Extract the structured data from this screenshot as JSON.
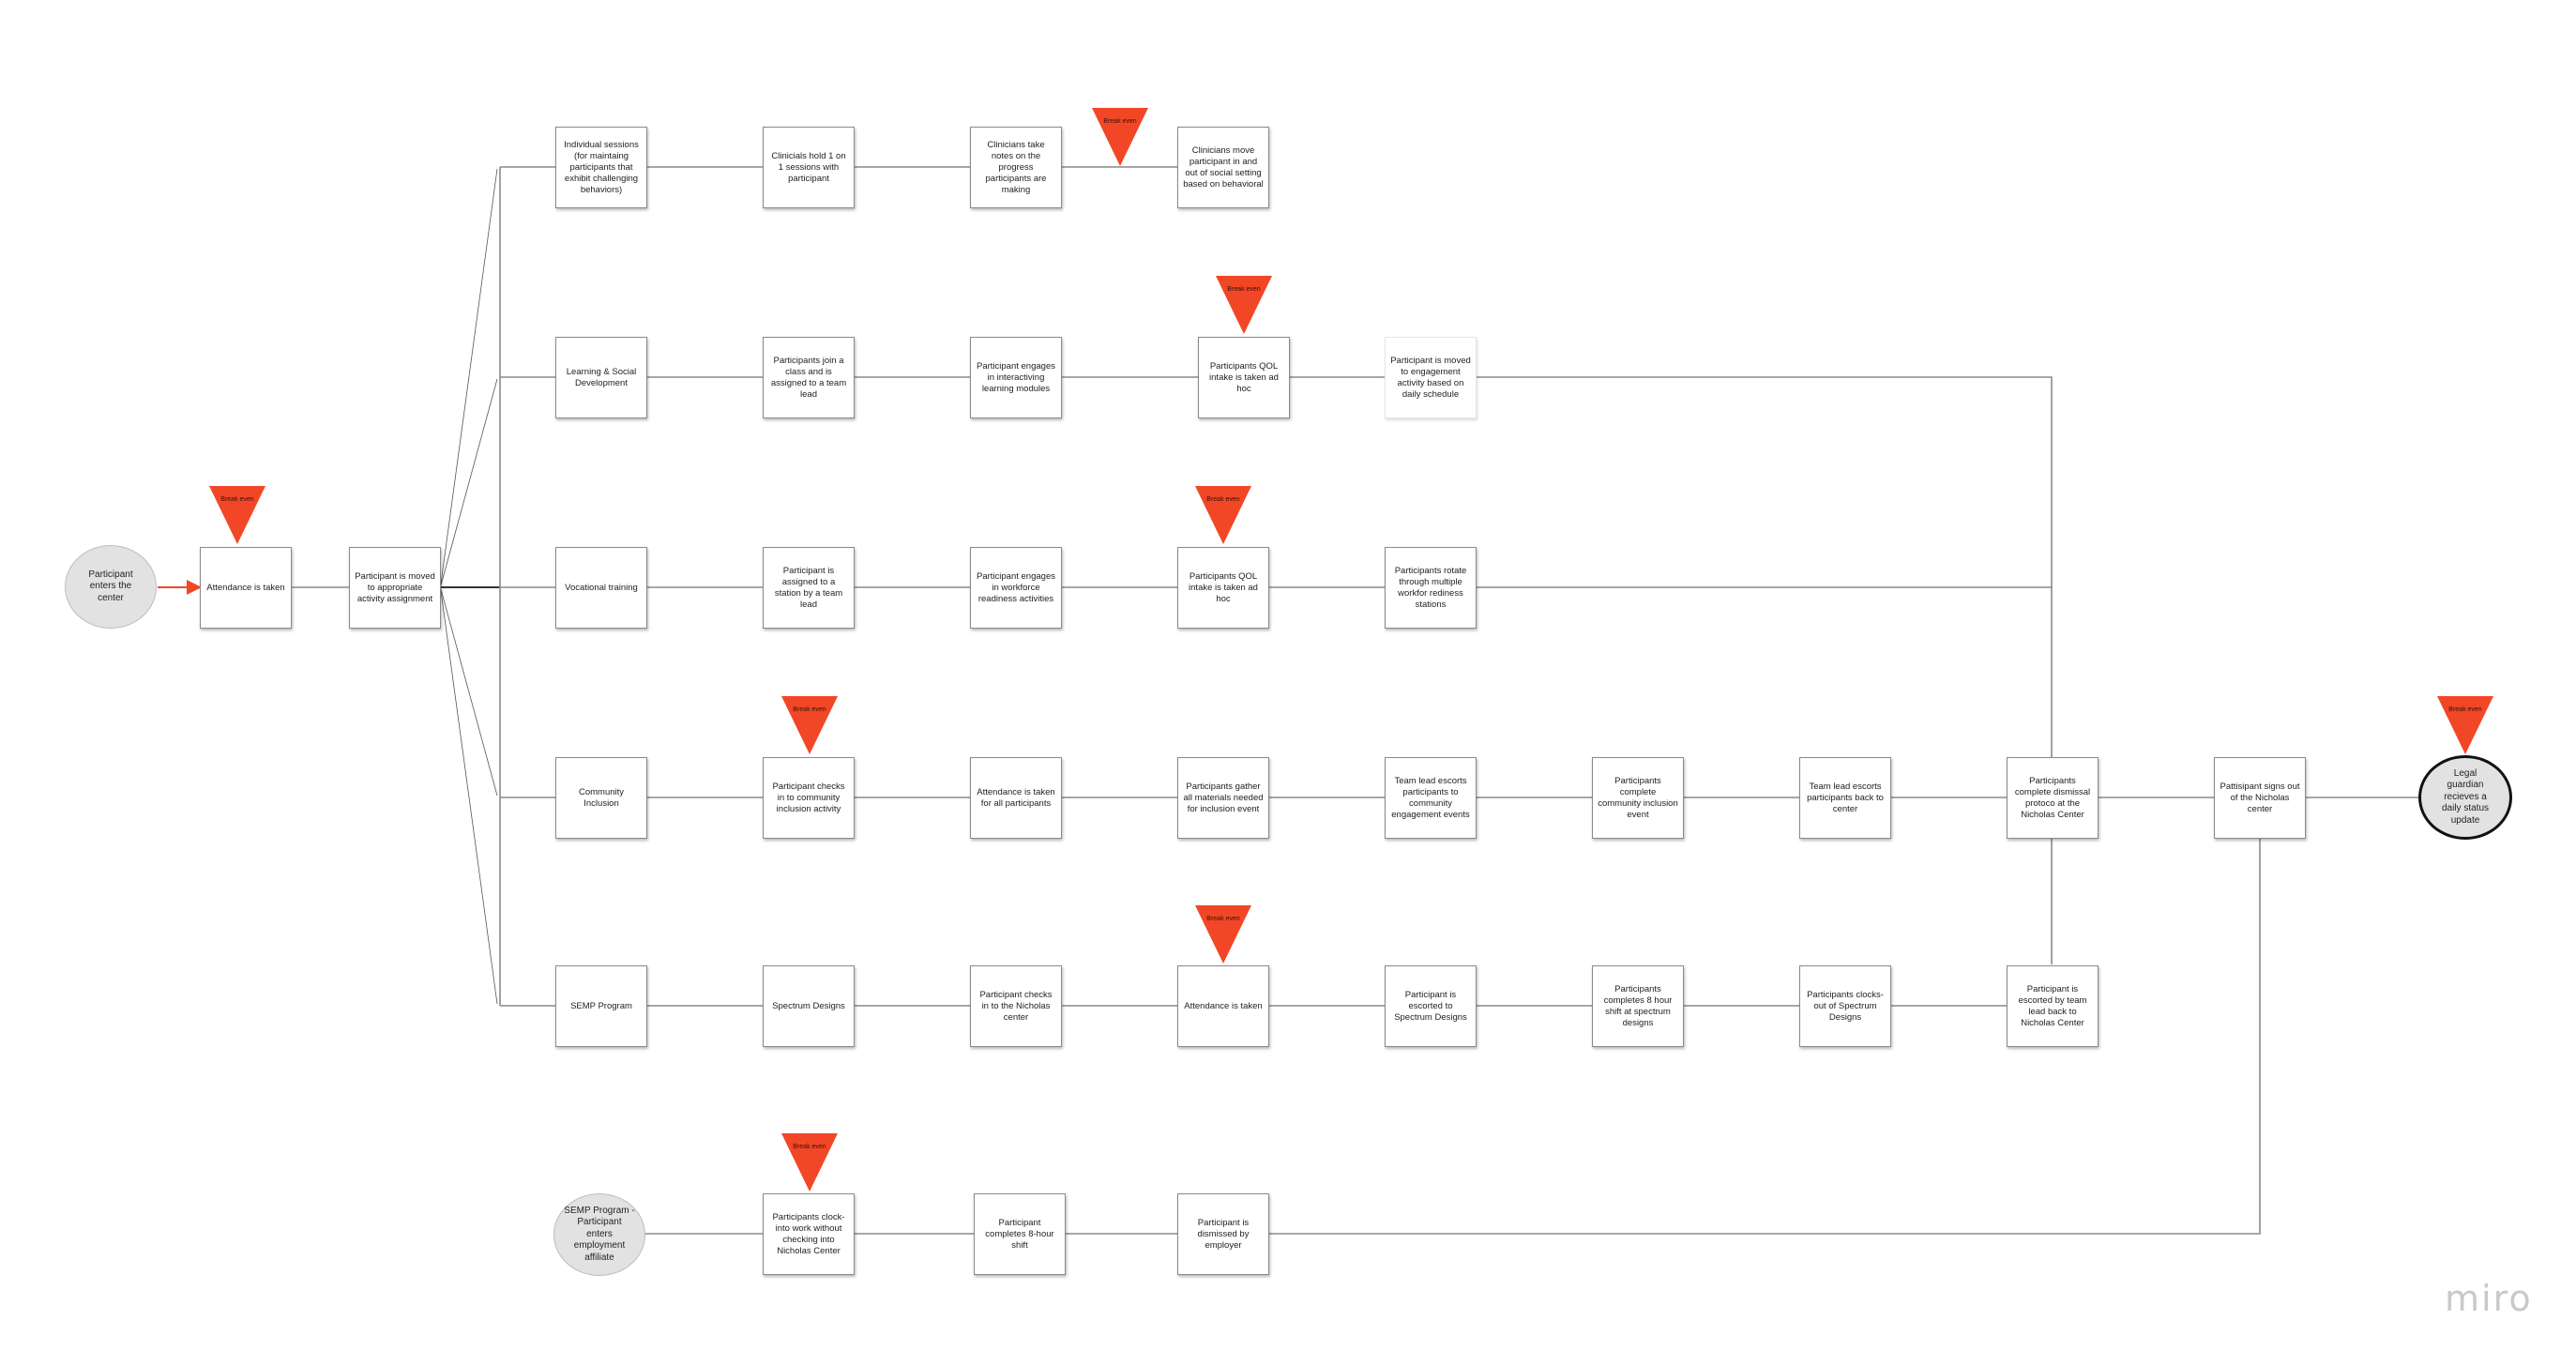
{
  "start_nodes": {
    "enter_center": "Participant enters the center",
    "semp_employment": "SEMP Program - Participant enters employment affiliate"
  },
  "end_node": "Legal guardian recieves a daily status update",
  "intake": {
    "attendance": "Attendance is taken",
    "assignment": "Participant is moved to appropriate activity assignment"
  },
  "tracks": {
    "individual": {
      "title": "Individual sessions (for maintaing participants that exhibit challenging behaviors)",
      "s1": "Clinicials hold 1 on 1 sessions with participant",
      "s2": "Clinicians take notes on the progress participants are making",
      "s3": "Clinicians move participant in and out of social setting based on behavioral"
    },
    "learning": {
      "title": "Learning & Social Development",
      "s1": "Participants join a class and is assigned to a team lead",
      "s2": "Participant engages in interactiving learning modules",
      "s3": "Participants QOL intake is taken ad hoc",
      "s4": "Participant is moved to engagement activity based on daily schedule"
    },
    "vocational": {
      "title": "Vocational training",
      "s1": "Participant is assigned to a station by a team lead",
      "s2": "Participant engages in workforce readiness activities",
      "s3": "Participants QOL intake is taken ad hoc",
      "s4": "Participants rotate through multiple workfor rediness stations"
    },
    "community": {
      "title": "Community Inclusion",
      "s1": "Participant checks in to community inclusion activity",
      "s2": "Attendance is taken for all participants",
      "s3": "Participants gather all materials needed for inclusion event",
      "s4": "Team lead escorts participants to community engagement events",
      "s5": "Participants complete community inclusion event",
      "s6": "Team lead escorts participants back to center",
      "s7": "Participants complete dismissal protoco at the Nicholas Center",
      "s8": "Pattisipant signs out of the Nicholas center"
    },
    "semp": {
      "title": "SEMP Program",
      "s1": "Spectrum Designs",
      "s2": "Participant checks in to the Nicholas center",
      "s3": "Attendance is taken",
      "s4": "Participant is escorted to Spectrum Designs",
      "s5": "Participants completes 8 hour shift at spectrum designs",
      "s6": "Participants clocks-out of Spectrum Designs",
      "s7": "Participant is escorted by team lead back to Nicholas Center"
    },
    "employment": {
      "s1": "Participants clock-into work without checking into Nicholas Center",
      "s2": "Participant completes 8-hour shift",
      "s3": "Participant is dismissed by employer"
    }
  },
  "marker_label": "Break even",
  "brand": "miro",
  "colors": {
    "marker": "#f24726",
    "connector": "#8a8a8a",
    "start_fill": "#e2e2e2"
  }
}
